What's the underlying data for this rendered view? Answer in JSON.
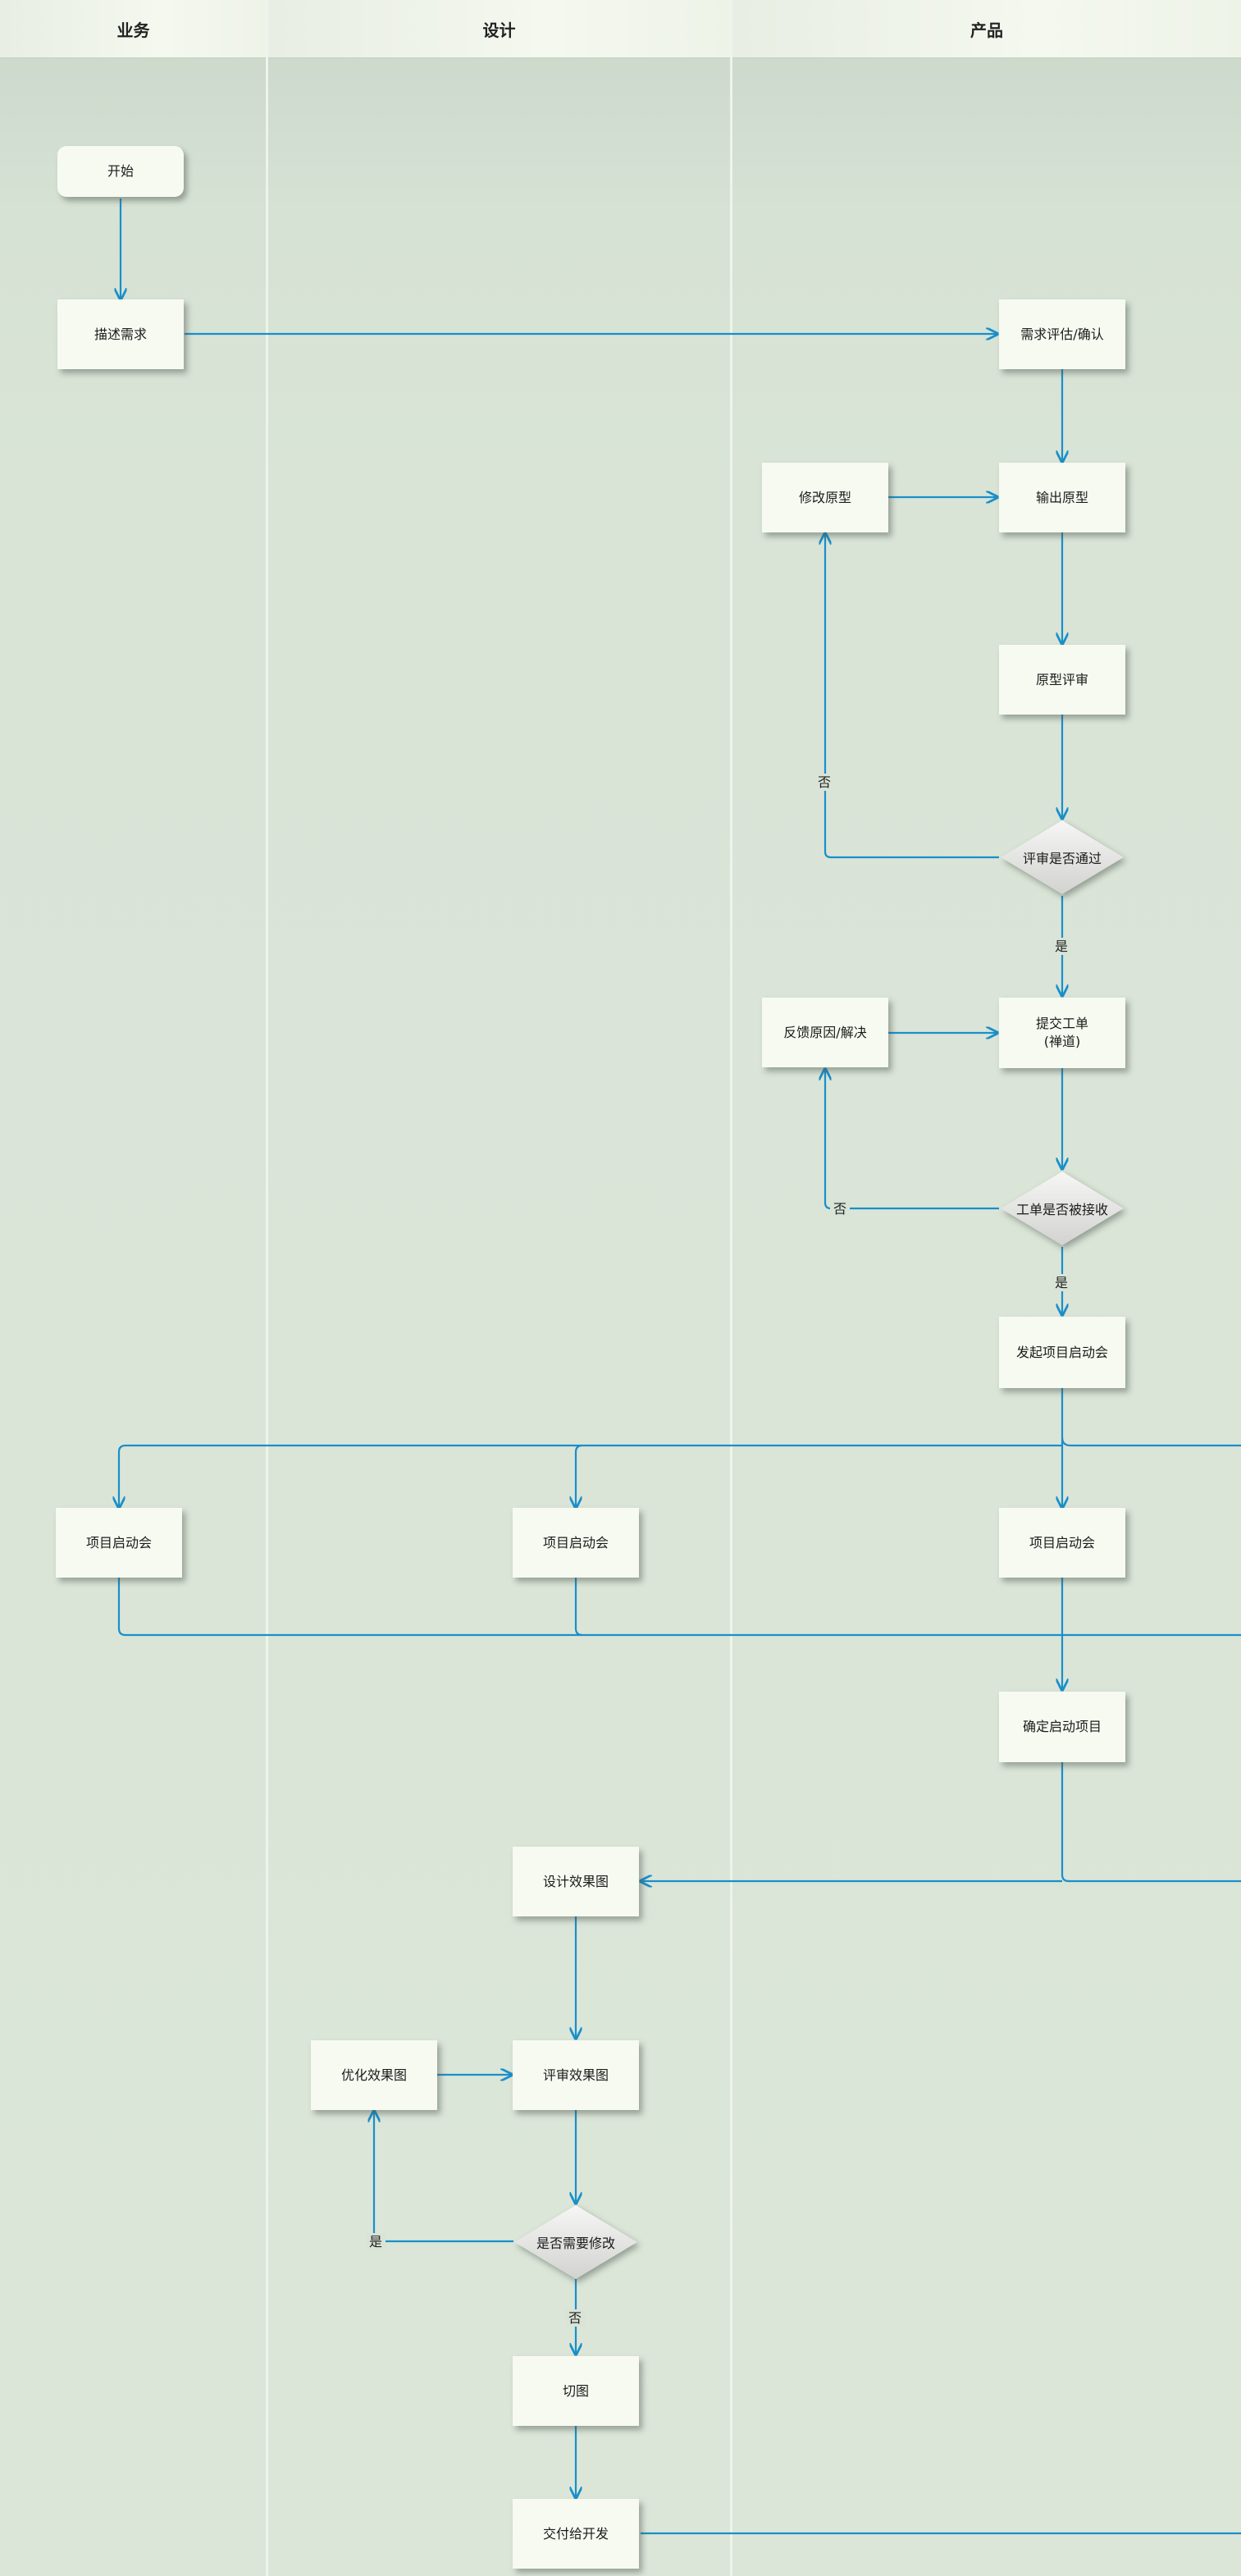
{
  "lanes": [
    {
      "id": "business",
      "title": "业务"
    },
    {
      "id": "design",
      "title": "设计"
    },
    {
      "id": "product",
      "title": "产品"
    }
  ],
  "nodes": {
    "start": "开始",
    "describe_requirement": "描述需求",
    "evaluate_requirement": "需求评估/确认",
    "modify_prototype": "修改原型",
    "output_prototype": "输出原型",
    "prototype_review": "原型评审",
    "review_passed": "评审是否通过",
    "feedback_reason": "反馈原因/解决",
    "submit_ticket_line1": "提交工单",
    "submit_ticket_line2": "(禅道)",
    "ticket_accepted": "工单是否被接收",
    "initiate_kickoff": "发起项目启动会",
    "kickoff_business": "项目启动会",
    "kickoff_design": "项目启动会",
    "kickoff_product": "项目启动会",
    "confirm_project": "确定启动项目",
    "design_mockup": "设计效果图",
    "optimize_mockup": "优化效果图",
    "review_mockup": "评审效果图",
    "needs_change": "是否需要修改",
    "slicing": "切图",
    "deliver_dev": "交付给开发"
  },
  "edge_labels": {
    "review_no": "否",
    "review_yes": "是",
    "ticket_no": "否",
    "ticket_yes": "是",
    "change_yes": "是",
    "change_no": "否"
  },
  "colors": {
    "connector": "#1a8fc9",
    "node_fill": "#f7faf1",
    "background": "#d9e4d7"
  }
}
